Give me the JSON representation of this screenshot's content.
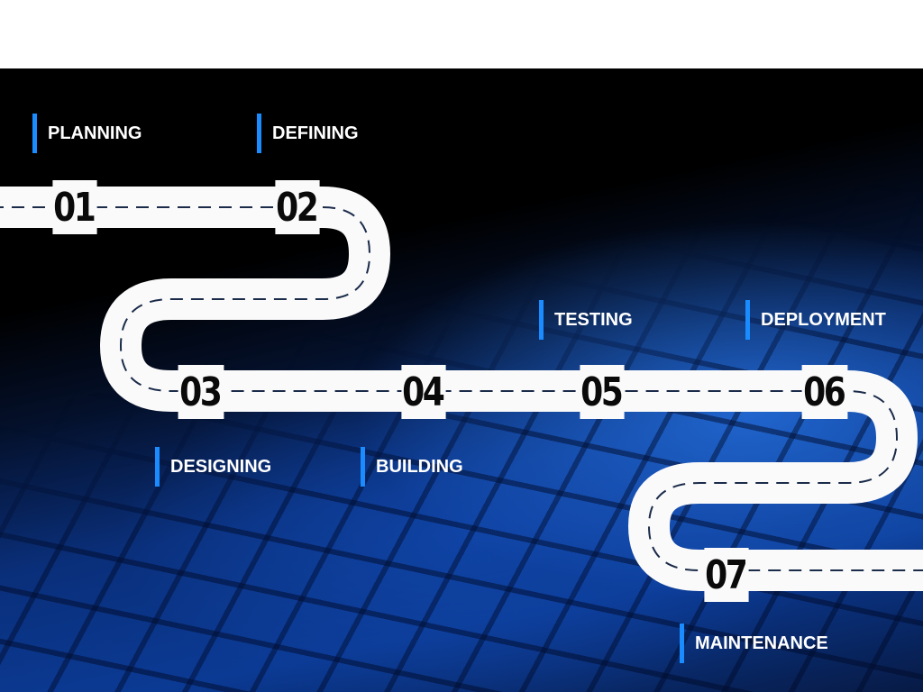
{
  "roadmap": {
    "steps": [
      {
        "number": "01",
        "label": "PLANNING"
      },
      {
        "number": "02",
        "label": "DEFINING"
      },
      {
        "number": "03",
        "label": "DESIGNING"
      },
      {
        "number": "04",
        "label": "BUILDING"
      },
      {
        "number": "05",
        "label": "TESTING"
      },
      {
        "number": "06",
        "label": "DEPLOYMENT"
      },
      {
        "number": "07",
        "label": "MAINTENANCE"
      }
    ],
    "colors": {
      "road": "#fafafa",
      "road_dash": "#1b2b4a",
      "accent_bar": "#1a8cff",
      "label_text": "#ffffff",
      "number_text": "#0a0a0a"
    }
  }
}
